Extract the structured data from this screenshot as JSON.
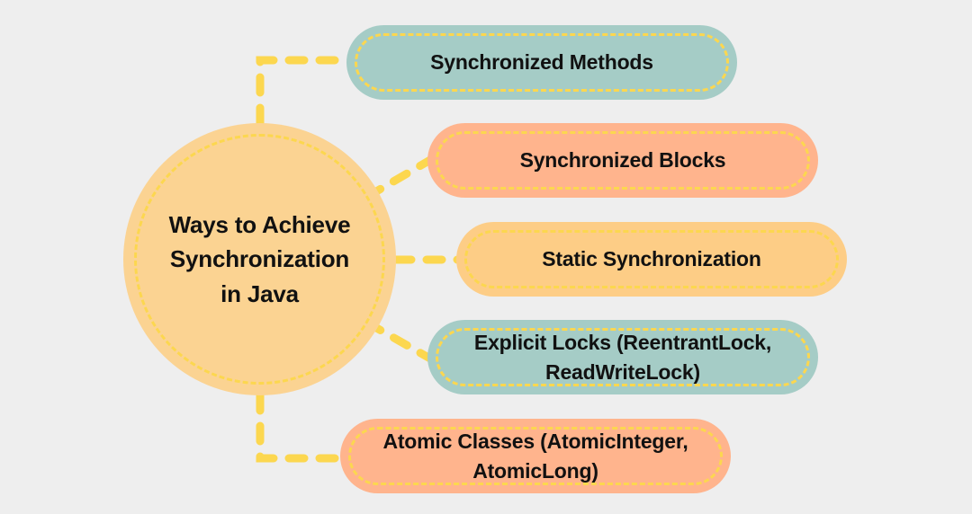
{
  "diagram": {
    "background_color": "#eeeeee",
    "connector_color": "#fcd74f",
    "center": {
      "title": "Ways to Achieve\nSynchronization\nin Java",
      "fill_color": "#fbd392",
      "shape": "circle"
    },
    "nodes": [
      {
        "label": "Synchronized Methods",
        "fill_color": "#a5ccc6",
        "connector": "elbow-top"
      },
      {
        "label": "Synchronized Blocks",
        "fill_color": "#ffb48d",
        "connector": "diagonal-up"
      },
      {
        "label": "Static Synchronization",
        "fill_color": "#fdcd86",
        "connector": "straight"
      },
      {
        "label": "Explicit Locks (ReentrantLock,\nReadWriteLock)",
        "fill_color": "#a5ccc6",
        "connector": "diagonal-down"
      },
      {
        "label": "Atomic Classes (AtomicInteger,\nAtomicLong)",
        "fill_color": "#ffb48d",
        "connector": "elbow-bottom"
      }
    ]
  }
}
